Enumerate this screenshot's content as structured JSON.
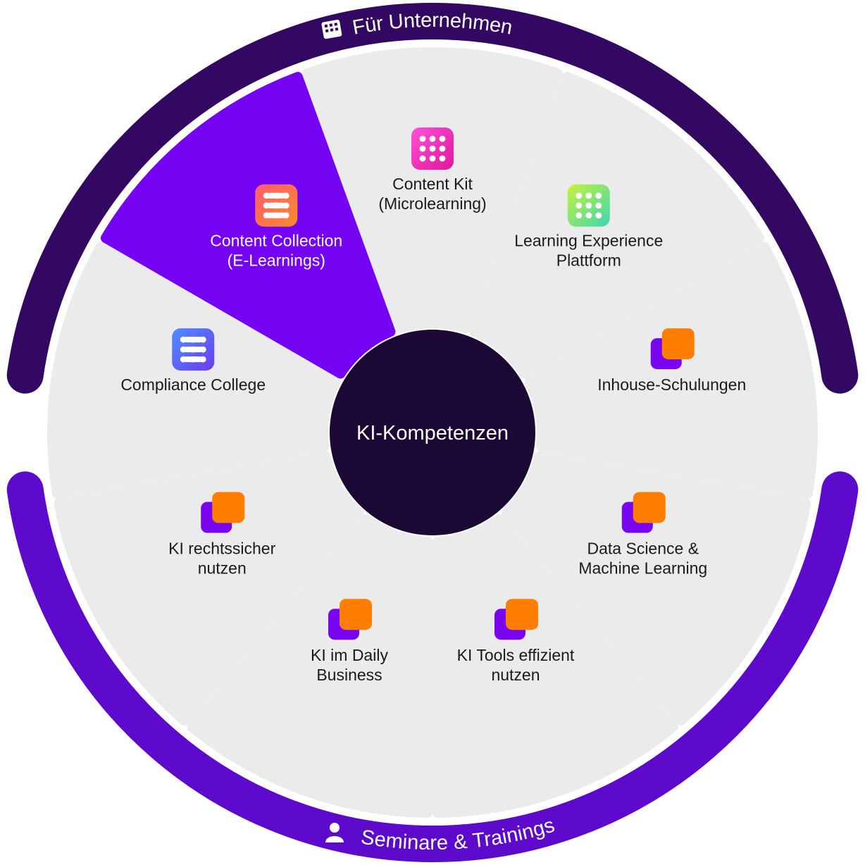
{
  "center": {
    "label": "KI-Kompetenzen"
  },
  "rings": {
    "top": {
      "label": "Für Unternehmen",
      "icon": "building-icon"
    },
    "bottom": {
      "label": "Seminare & Trainings",
      "icon": "person-icon"
    }
  },
  "colors": {
    "ring_top": "#330862",
    "ring_bottom": "#5d0acc",
    "segment_fill": "#ebebeb",
    "segment_active": "#7504f5",
    "center": "#1b0834",
    "seminar_icon_back": "#7a05f0",
    "seminar_icon_front": "#ff7e00"
  },
  "segments": [
    {
      "id": "content-kit",
      "lines": [
        "Content Kit",
        "(Microlearning)"
      ],
      "icon": "content-kit-icon",
      "active": false
    },
    {
      "id": "learning-experience-plattform",
      "lines": [
        "Learning Experience",
        "Plattform"
      ],
      "icon": "lxp-icon",
      "active": false
    },
    {
      "id": "inhouse-schulungen",
      "lines": [
        "Inhouse-Schulungen"
      ],
      "icon": "seminar-icon",
      "active": false
    },
    {
      "id": "data-science-machine-learning",
      "lines": [
        "Data Science &",
        "Machine Learning"
      ],
      "icon": "seminar-icon",
      "active": false
    },
    {
      "id": "ki-tools-effizient-nutzen",
      "lines": [
        "KI Tools effizient",
        "nutzen"
      ],
      "icon": "seminar-icon",
      "active": false
    },
    {
      "id": "ki-im-daily-business",
      "lines": [
        "KI im Daily",
        "Business"
      ],
      "icon": "seminar-icon",
      "active": false
    },
    {
      "id": "ki-rechtssicher-nutzen",
      "lines": [
        "KI rechtssicher",
        "nutzen"
      ],
      "icon": "seminar-icon",
      "active": false
    },
    {
      "id": "compliance-college",
      "lines": [
        "Compliance College"
      ],
      "icon": "compliance-college-icon",
      "active": false
    },
    {
      "id": "content-collection",
      "lines": [
        "Content Collection",
        "(E-Learnings)"
      ],
      "icon": "content-collection-icon",
      "active": true
    }
  ]
}
